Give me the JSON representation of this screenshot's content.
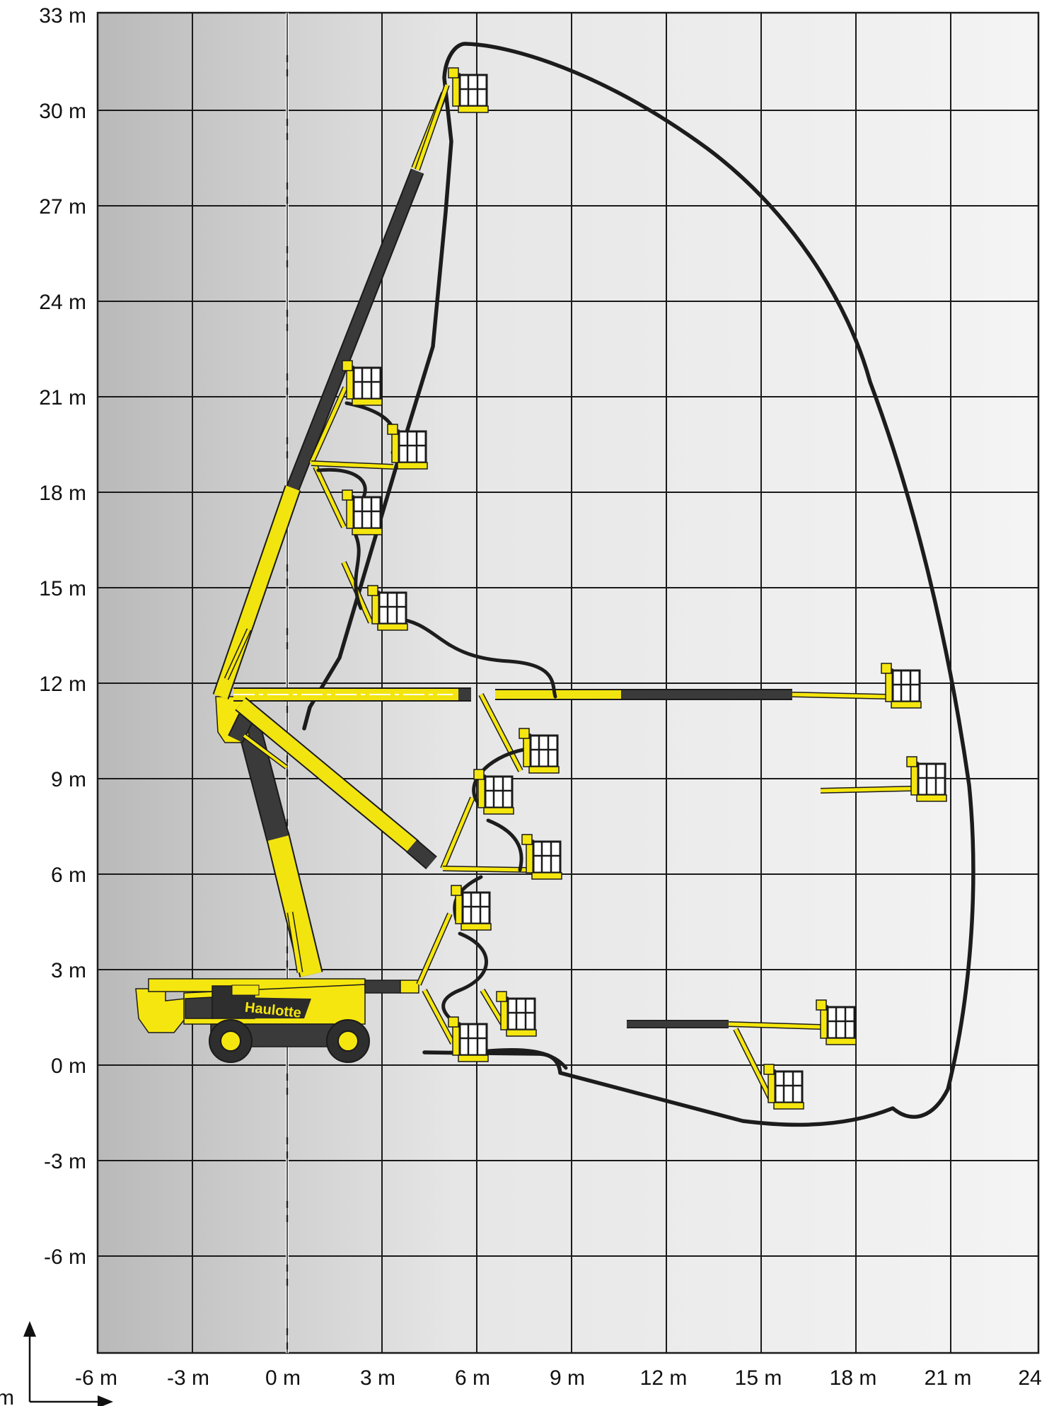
{
  "y_axis": {
    "ticks": [
      "33 m",
      "30 m",
      "27 m",
      "24 m",
      "21 m",
      "18 m",
      "15 m",
      "12 m",
      "9 m",
      "6 m",
      "3 m",
      "0 m",
      "-3 m",
      "-6 m"
    ]
  },
  "x_axis": {
    "ticks": [
      "-6 m",
      "-3 m",
      "0 m",
      "3 m",
      "6 m",
      "9 m",
      "12 m",
      "15 m",
      "18 m",
      "21 m",
      "24"
    ]
  },
  "axis_indicator": {
    "label": "m"
  },
  "machine": {
    "brand_text": "Haulotte"
  },
  "colors": {
    "machine_yellow": "#f5e60f",
    "boom_dark": "#3a3a3a",
    "envelope": "#1c1c1c",
    "background_light": "#f3f3f3",
    "background_dark": "#b9b9b9"
  }
}
